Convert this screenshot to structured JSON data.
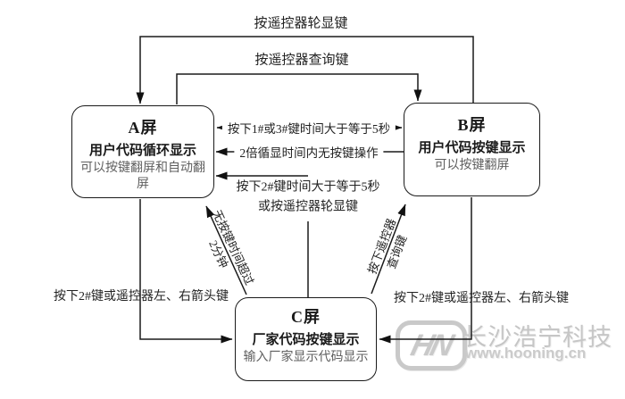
{
  "diagram": {
    "nodes": {
      "a": {
        "title": "A屏",
        "subtitle": "用户代码循环显示",
        "desc": "可以按键翻屏和自动翻屏"
      },
      "b": {
        "title": "B屏",
        "subtitle": "用户代码按键显示",
        "desc": "可以按键翻屏"
      },
      "c": {
        "title": "C屏",
        "subtitle": "厂家代码按键显示",
        "desc": "输入厂家显示代码显示"
      }
    },
    "edges": {
      "b_to_a_top": "按遥控器轮显键",
      "a_to_b_top": "按遥控器查询键",
      "ab_bidirectional": "按下1#或3#键时间大于等于5秒",
      "b_to_a_mid": "2倍循显时间内无按键操作",
      "c_to_a_elbow_line1": "按下2#键时间大于等于5秒",
      "c_to_a_elbow_line2": "或按遥控器轮显键",
      "a_to_c": "按下2#键或遥控器左、右箭头键",
      "b_to_c": "按下2#键或遥控器左、右箭头键",
      "c_to_a_diag_line1": "无按键时间超过",
      "c_to_a_diag_line2": "2分钟",
      "c_to_b_diag_line1": "按下遥控器",
      "c_to_b_diag_line2": "查询键"
    },
    "watermark": {
      "logo_text": "HN",
      "company": "长沙浩宁科技",
      "url": "www.hooning.cn"
    },
    "colors": {
      "line": "#1a1a1a",
      "text_primary": "#1a1a1a",
      "text_secondary": "#5f5f5f",
      "watermark": "#c8c8c8",
      "background": "#ffffff"
    }
  }
}
